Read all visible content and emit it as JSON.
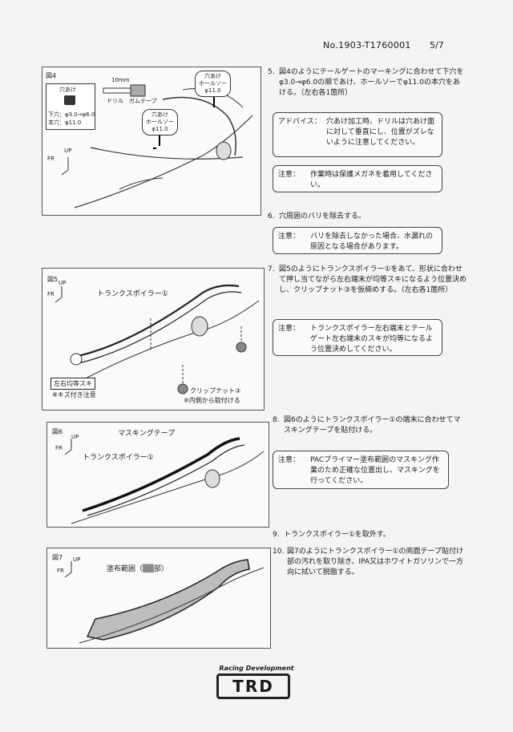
{
  "header": {
    "doc_number": "No.1903-T1760001",
    "page": "5/7"
  },
  "figures": {
    "fig4": {
      "label": "図4",
      "inset_title": "穴あけ",
      "inset_line1": "下穴：φ3.0→φ6.0",
      "inset_line2": "本穴：φ11.0",
      "dim": "10mm",
      "drill": "ドリル",
      "tape": "ガムテープ",
      "callout_a": "穴あけ\nホールソー\nφ11.0",
      "callout_b": "穴あけ\nホールソー\nφ11.0",
      "up": "UP",
      "fr": "FR"
    },
    "fig5": {
      "label": "図5",
      "spoiler": "トランクスポイラー①",
      "clipnut": "クリップナット③",
      "clipnut_note": "※内側から取付ける",
      "even_gap": "左右均等スキ",
      "scratch": "※キズ付き注意",
      "up": "UP",
      "fr": "FR"
    },
    "fig6": {
      "label": "図6",
      "masking": "マスキングテープ",
      "spoiler": "トランクスポイラー①",
      "up": "UP",
      "fr": "FR"
    },
    "fig7": {
      "label": "図7",
      "area": "塗布範囲（▒▒部）",
      "up": "UP",
      "fr": "FR"
    }
  },
  "steps": [
    {
      "num": "5.",
      "text": "図4のようにテールゲートのマーキングに合わせて下穴をφ3.0→φ6.0の順であけ、ホールソーでφ11.0の本穴をあける。（左右各1箇所）"
    },
    {
      "num": "6.",
      "text": "穴周囲のバリを除去する。"
    },
    {
      "num": "7.",
      "text": "図5のようにトランクスポイラー①をあて、形状に合わせて押し当てながら左右端末が均等スキになるよう位置決めし、クリップナット③を仮締めする。（左右各1箇所）"
    },
    {
      "num": "8.",
      "text": "図6のようにトランクスポイラー①の端末に合わせてマスキングテープを貼付ける。"
    },
    {
      "num": "9.",
      "text": "トランクスポイラー①を取外す。"
    },
    {
      "num": "10.",
      "text": "図7のようにトランクスポイラー①の両面テープ貼付け部の汚れを取り除き、IPA又はホワイトガソリンで一方向に拭いて脱脂する。"
    }
  ],
  "notes": [
    {
      "label": "アドバイス：",
      "text": "穴あけ加工時、ドリルは穴あけ面に対して垂直にし、位置がズレないように注意してください。"
    },
    {
      "label": "注意：",
      "text": "作業時は保護メガネを着用してください。"
    },
    {
      "label": "注意：",
      "text": "バリを除去しなかった場合、水漏れの原因となる場合があります。"
    },
    {
      "label": "注意：",
      "text": "トランクスポイラー左右端末とテールゲート左右端末のスキが均等になるよう位置決めしてください。"
    },
    {
      "label": "注意：",
      "text": "PACプライマー塗布範囲のマスキング作業のため正確な位置出し、マスキングを行ってください。"
    }
  ],
  "footer": {
    "tagline": "Racing Development",
    "brand": "TRD"
  }
}
